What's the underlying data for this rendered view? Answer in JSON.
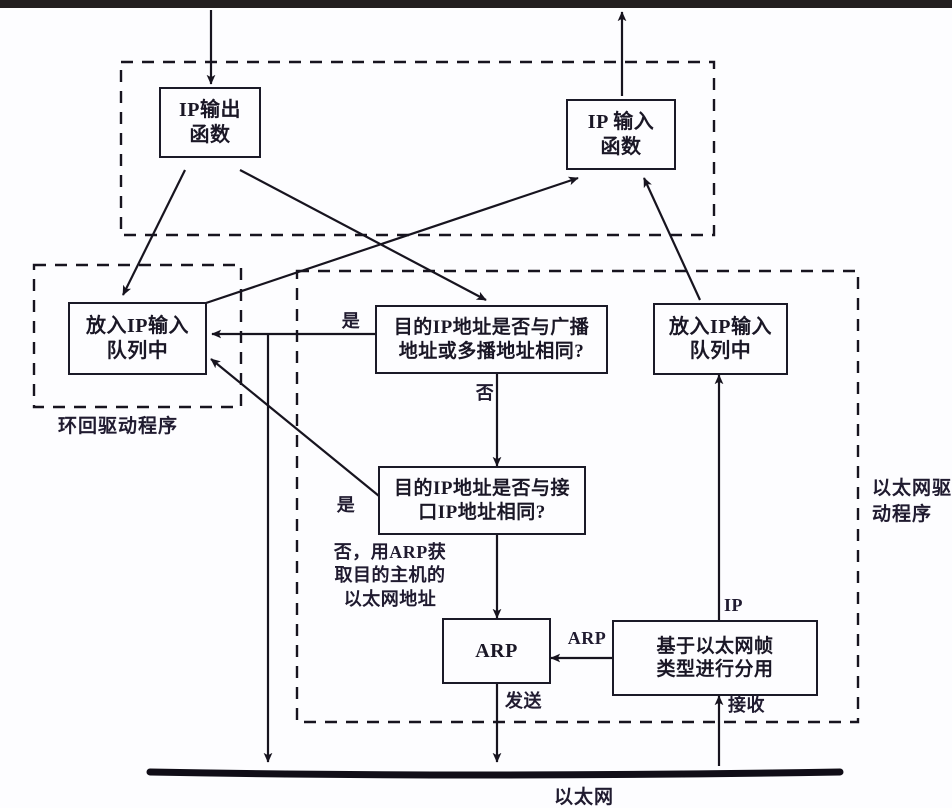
{
  "diagram": {
    "title": "IP / Ethernet and loopback driver data flow",
    "colors": {
      "ink": "#1b1a28",
      "paper": "#fdfdff",
      "topbar": "#231f20"
    },
    "nodes": [
      {
        "id": "ip-output",
        "lines": [
          "IP输出",
          "函数"
        ]
      },
      {
        "id": "ip-input",
        "lines": [
          "IP 输入",
          "函数"
        ]
      },
      {
        "id": "loopback-queue",
        "lines": [
          "放入IP输入",
          "队列中"
        ]
      },
      {
        "id": "broadcast-check",
        "lines": [
          "目的IP地址是否与广播",
          "地址或多播地址相同?"
        ]
      },
      {
        "id": "interface-check",
        "lines": [
          "目的IP地址是否与接",
          "口IP地址相同?"
        ]
      },
      {
        "id": "ethernet-queue",
        "lines": [
          "放入IP输入",
          "队列中"
        ]
      },
      {
        "id": "arp",
        "lines": [
          "ARP"
        ]
      },
      {
        "id": "demux",
        "lines": [
          "基于以太网帧",
          "类型进行分用"
        ]
      }
    ],
    "edge_labels": [
      {
        "id": "yes-broadcast",
        "text": "是"
      },
      {
        "id": "no-broadcast",
        "text": "否"
      },
      {
        "id": "yes-interface",
        "text": "是"
      },
      {
        "id": "no-interface",
        "text": "否，用ARP获\n取目的主机的\n以太网地址"
      },
      {
        "id": "arp-demux",
        "text": "ARP"
      },
      {
        "id": "ip-demux",
        "text": "IP"
      },
      {
        "id": "send",
        "text": "发送"
      },
      {
        "id": "receive",
        "text": "接收"
      }
    ],
    "group_labels": [
      {
        "id": "loopback-driver",
        "text": "环回驱动程序"
      },
      {
        "id": "ethernet-driver",
        "text": "以太网驱\n动程序"
      }
    ],
    "bus_label": {
      "id": "ethernet-bus",
      "text": "以太网"
    }
  }
}
